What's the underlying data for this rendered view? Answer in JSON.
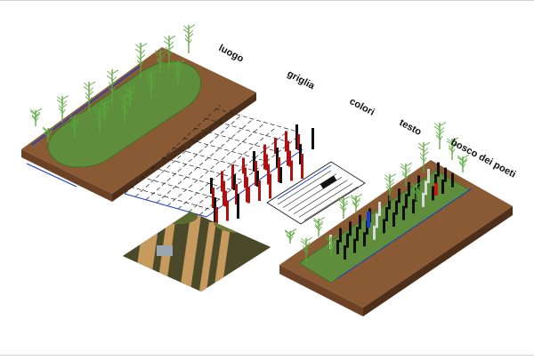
{
  "labels": {
    "luogo": "luogo",
    "griglia": "griglia",
    "colori": "colori",
    "testo": "testo",
    "bosco": "bosco dei poeti"
  },
  "colors": {
    "soil_top": "#8a5a35",
    "soil_side": "#6b4226",
    "soil_edge": "#4d2f1a",
    "grass": "#5e8e3c",
    "grass_dark": "#3f6e27",
    "tree": "#5aa83c",
    "grid_line": "#222222",
    "accent_blue": "#1a3fc4",
    "bar_red": "#b01010",
    "bar_black": "#111111",
    "photo_bg": "#3b3a24",
    "photo_trunk": "#c79a5e"
  },
  "icons": {
    "tree": "sapling-icon",
    "marker": "text-marker-icon"
  }
}
